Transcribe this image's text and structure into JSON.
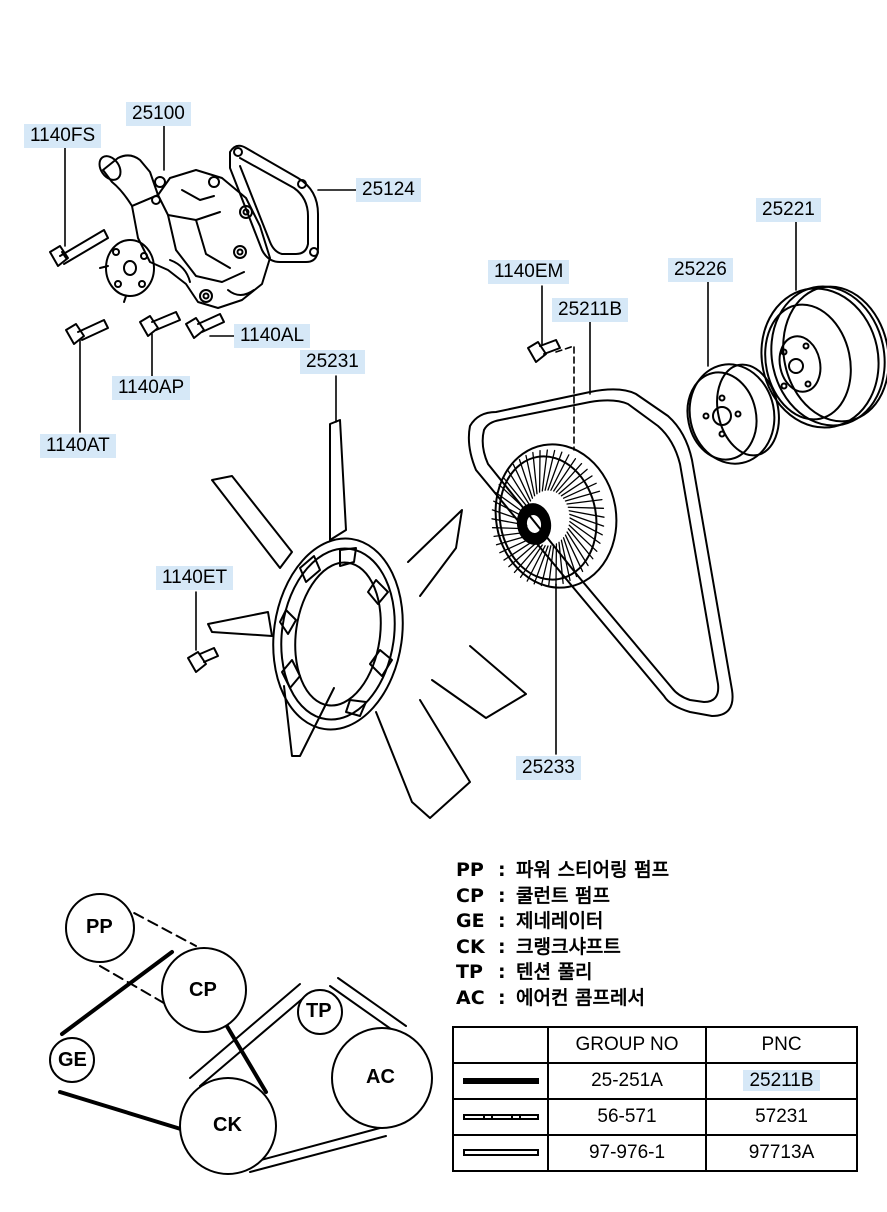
{
  "callouts": [
    {
      "id": "1140FS",
      "label": "1140FS"
    },
    {
      "id": "25100",
      "label": "25100"
    },
    {
      "id": "25124",
      "label": "25124"
    },
    {
      "id": "25221",
      "label": "25221"
    },
    {
      "id": "1140EM",
      "label": "1140EM"
    },
    {
      "id": "25226",
      "label": "25226"
    },
    {
      "id": "25211B",
      "label": "25211B"
    },
    {
      "id": "1140AL",
      "label": "1140AL"
    },
    {
      "id": "25231",
      "label": "25231"
    },
    {
      "id": "1140AP",
      "label": "1140AP"
    },
    {
      "id": "1140AT",
      "label": "1140AT"
    },
    {
      "id": "1140ET",
      "label": "1140ET"
    },
    {
      "id": "25233",
      "label": "25233"
    }
  ],
  "belt_routing": {
    "pulleys": {
      "PP": "PP",
      "CP": "CP",
      "GE": "GE",
      "TP": "TP",
      "AC": "AC",
      "CK": "CK"
    }
  },
  "legend": [
    {
      "code": "PP",
      "colon": ":",
      "desc": "파워 스티어링 펌프"
    },
    {
      "code": "CP",
      "colon": ":",
      "desc": "쿨런트 펌프"
    },
    {
      "code": "GE",
      "colon": ":",
      "desc": "제네레이터"
    },
    {
      "code": "CK",
      "colon": ":",
      "desc": "크랭크샤프트"
    },
    {
      "code": "TP",
      "colon": ":",
      "desc": "텐션 풀리"
    },
    {
      "code": "AC",
      "colon": ":",
      "desc": "에어컨 콤프레서"
    }
  ],
  "table": {
    "headers": [
      "",
      "GROUP NO",
      "PNC"
    ],
    "rows": [
      {
        "line": "solid",
        "group": "25-251A",
        "pnc": "25211B"
      },
      {
        "line": "dashed",
        "group": "56-571",
        "pnc": "57231"
      },
      {
        "line": "double",
        "group": "97-976-1",
        "pnc": "97713A"
      }
    ]
  }
}
